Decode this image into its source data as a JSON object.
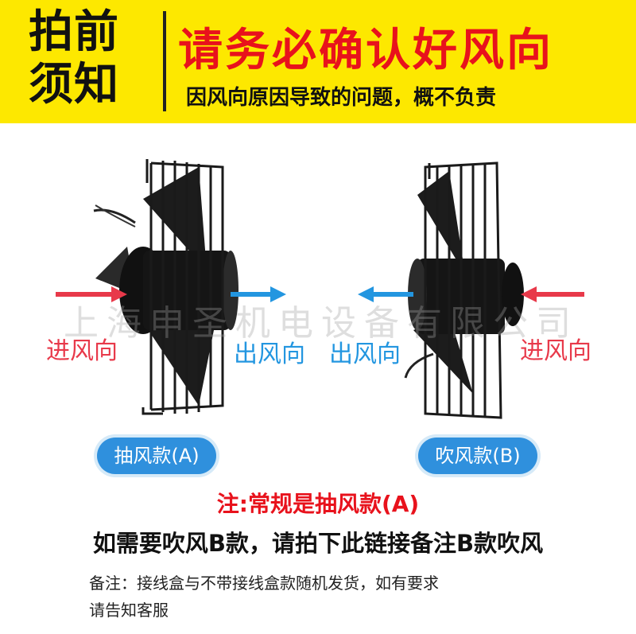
{
  "banner": {
    "notice_line1": "拍前",
    "notice_line2": "须知",
    "title": "请务必确认好风向",
    "subtitle": "因风向原因导致的问题，概不负责"
  },
  "watermark": "上海申圣机电设备有限公司",
  "fan_a": {
    "in_label": "进风向",
    "out_label": "出风向",
    "type_label": "抽风款(A)"
  },
  "fan_b": {
    "out_label": "出风向",
    "in_label": "进风向",
    "type_label": "吹风款(B)"
  },
  "notes": {
    "red": "注:常规是抽风款(A)",
    "black": "如需要吹风B款，请拍下此链接备注B款吹风",
    "remark_line1": "备注：接线盒与不带接线盒款随机发货，如有要求",
    "remark_line2": "请告知客服"
  },
  "colors": {
    "banner_bg": "#fde800",
    "title_red": "#e8121c",
    "in_arrow": "#e8394a",
    "out_arrow": "#2396e0",
    "pill_blue": "#2f90dd"
  }
}
